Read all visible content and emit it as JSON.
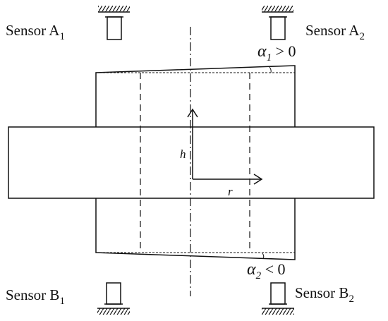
{
  "labels": {
    "sensor_a1": {
      "main": "Sensor A",
      "sub": "1"
    },
    "sensor_a2": {
      "main": "Sensor A",
      "sub": "2"
    },
    "sensor_b1": {
      "main": "Sensor B",
      "sub": "1"
    },
    "sensor_b2": {
      "main": "Sensor B",
      "sub": "2"
    },
    "alpha1": {
      "symbol": "α",
      "sub": "1",
      "rest": " > 0"
    },
    "alpha2": {
      "symbol": "α",
      "sub": "2",
      "rest": " < 0"
    },
    "axis_h": "h",
    "axis_r": "r"
  }
}
